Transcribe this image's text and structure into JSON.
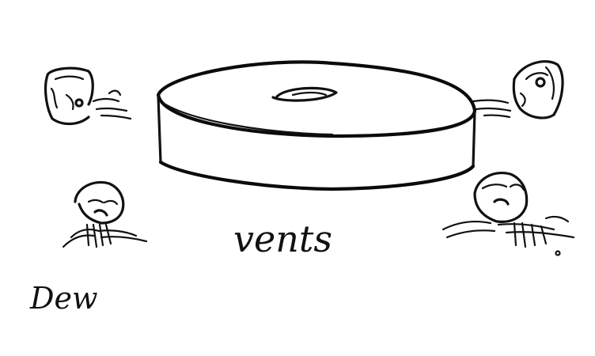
{
  "sketch": {
    "center_label": "vents",
    "corner_label": "Dew",
    "figures": [
      "wind-head-left",
      "wind-head-right",
      "bearded-head-lower-left",
      "bearded-head-lower-right"
    ],
    "ink_color": "#111111",
    "paper_color": "#ffffff"
  }
}
